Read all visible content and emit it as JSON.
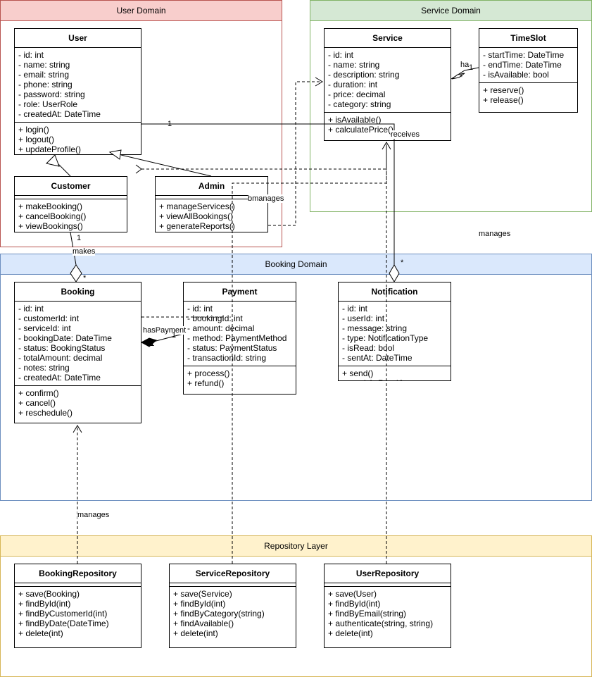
{
  "domains": {
    "user": "User Domain",
    "service": "Service Domain",
    "booking": "Booking Domain",
    "repository": "Repository Layer"
  },
  "classes": {
    "user": {
      "name": "User",
      "attributes": [
        "- id: int",
        "- name: string",
        "- email: string",
        "- phone: string",
        "- password: string",
        "- role: UserRole",
        "- createdAt: DateTime"
      ],
      "methods": [
        "+ login()",
        "+ logout()",
        "+ updateProfile()"
      ]
    },
    "customer": {
      "name": "Customer",
      "attributes": [],
      "methods": [
        "+ makeBooking()",
        "+ cancelBooking()",
        "+ viewBookings()"
      ]
    },
    "admin": {
      "name": "Admin",
      "attributes": [],
      "methods": [
        "+ manageServices()",
        "+ viewAllBookings()",
        "+ generateReports()"
      ]
    },
    "service": {
      "name": "Service",
      "attributes": [
        "- id: int",
        "- name: string",
        "- description: string",
        "- duration: int",
        "- price: decimal",
        "- category: string"
      ],
      "methods": [
        "+ isAvailable()",
        "+ calculatePrice()"
      ]
    },
    "timeslot": {
      "name": "TimeSlot",
      "attributes": [
        "- startTime: DateTime",
        "- endTime: DateTime",
        "- isAvailable: bool"
      ],
      "methods": [
        "+ reserve()",
        "+ release()"
      ]
    },
    "booking": {
      "name": "Booking",
      "attributes": [
        "- id: int",
        "- customerId: int",
        "- serviceId: int",
        "- bookingDate: DateTime",
        "- status: BookingStatus",
        "- totalAmount: decimal",
        "- notes: string",
        "- createdAt: DateTime"
      ],
      "methods": [
        "+ confirm()",
        "+ cancel()",
        "+ reschedule()"
      ]
    },
    "payment": {
      "name": "Payment",
      "attributes": [
        "- id: int",
        "- bookingId: int",
        "- amount: decimal",
        "- method: PaymentMethod",
        "- status: PaymentStatus",
        "- transactionId: string"
      ],
      "methods": [
        "+ process()",
        "+ refund()"
      ]
    },
    "notification": {
      "name": "Notification",
      "attributes": [
        "- id: int",
        "- userId: int",
        "- message: string",
        "- type: NotificationType",
        "- isRead: bool",
        "- sentAt: DateTime"
      ],
      "methods": [
        "+ send()",
        "+ markAsRead()"
      ]
    },
    "bookingRepo": {
      "name": "BookingRepository",
      "attributes": [],
      "methods": [
        "+ save(Booking)",
        "+ findById(int)",
        "+ findByCustomerId(int)",
        "+ findByDate(DateTime)",
        "+ delete(int)"
      ]
    },
    "serviceRepo": {
      "name": "ServiceRepository",
      "attributes": [],
      "methods": [
        "+ save(Service)",
        "+ findById(int)",
        "+ findByCategory(string)",
        "+ findAvailable()",
        "+ delete(int)"
      ]
    },
    "userRepo": {
      "name": "UserRepository",
      "attributes": [],
      "methods": [
        "+ save(User)",
        "+ findById(int)",
        "+ findByEmail(string)",
        "+ authenticate(string, string)",
        "+ delete(int)"
      ]
    }
  },
  "labels": {
    "has": "ha",
    "has_mult_src": "1",
    "has_mult_dst": "*",
    "user_line_mult": "1",
    "receives": "receives",
    "admin_manages": "manages",
    "admin_manages_prefix": "b",
    "makes": "makes",
    "makes_mult_src": "1",
    "makes_mult_dst": "*",
    "has_payment": "hasPayment",
    "has_payment_mult_src": "1",
    "has_payment_mult_dst": "1",
    "manages_service": "manages",
    "notif_mult": "*",
    "repo_manages": "manages"
  },
  "colors": {
    "user_fill": "#f8cecc",
    "user_stroke": "#b85450",
    "service_fill": "#d5e8d4",
    "service_stroke": "#82b366",
    "booking_fill": "#dae8fc",
    "booking_stroke": "#6c8ebf",
    "repo_fill": "#fff2cc",
    "repo_stroke": "#d6b656"
  }
}
